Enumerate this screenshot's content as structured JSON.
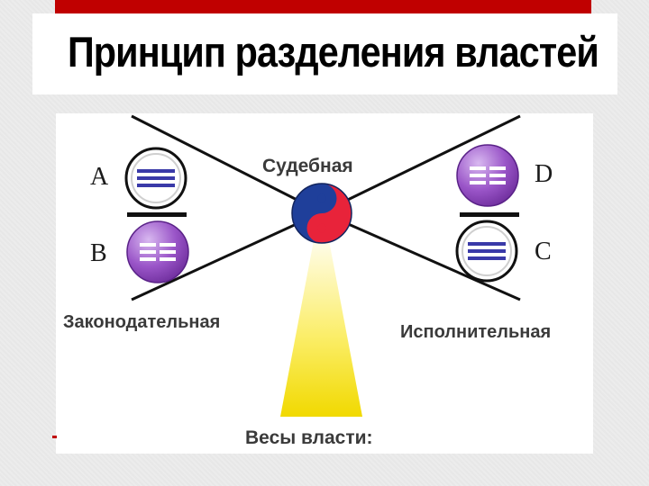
{
  "slide": {
    "title": "Принцип разделения властей"
  },
  "diagram": {
    "center_label": "Судебная",
    "left_label": "Законодательная",
    "right_label": "Исполнительная",
    "bottom_label": "Весы власти:",
    "letters": {
      "a": "A",
      "b": "B",
      "c": "C",
      "d": "D"
    },
    "colors": {
      "accent_red": "#c00000",
      "purple": "#8a4ab8",
      "yinyang_red": "#e8233a",
      "yinyang_blue": "#1f3f9a",
      "beam_yellow": "#f1d900",
      "line_blue": "#3a3aa8"
    },
    "icons": [
      "yin-yang-icon",
      "trigram-icon",
      "scale-beam"
    ]
  }
}
